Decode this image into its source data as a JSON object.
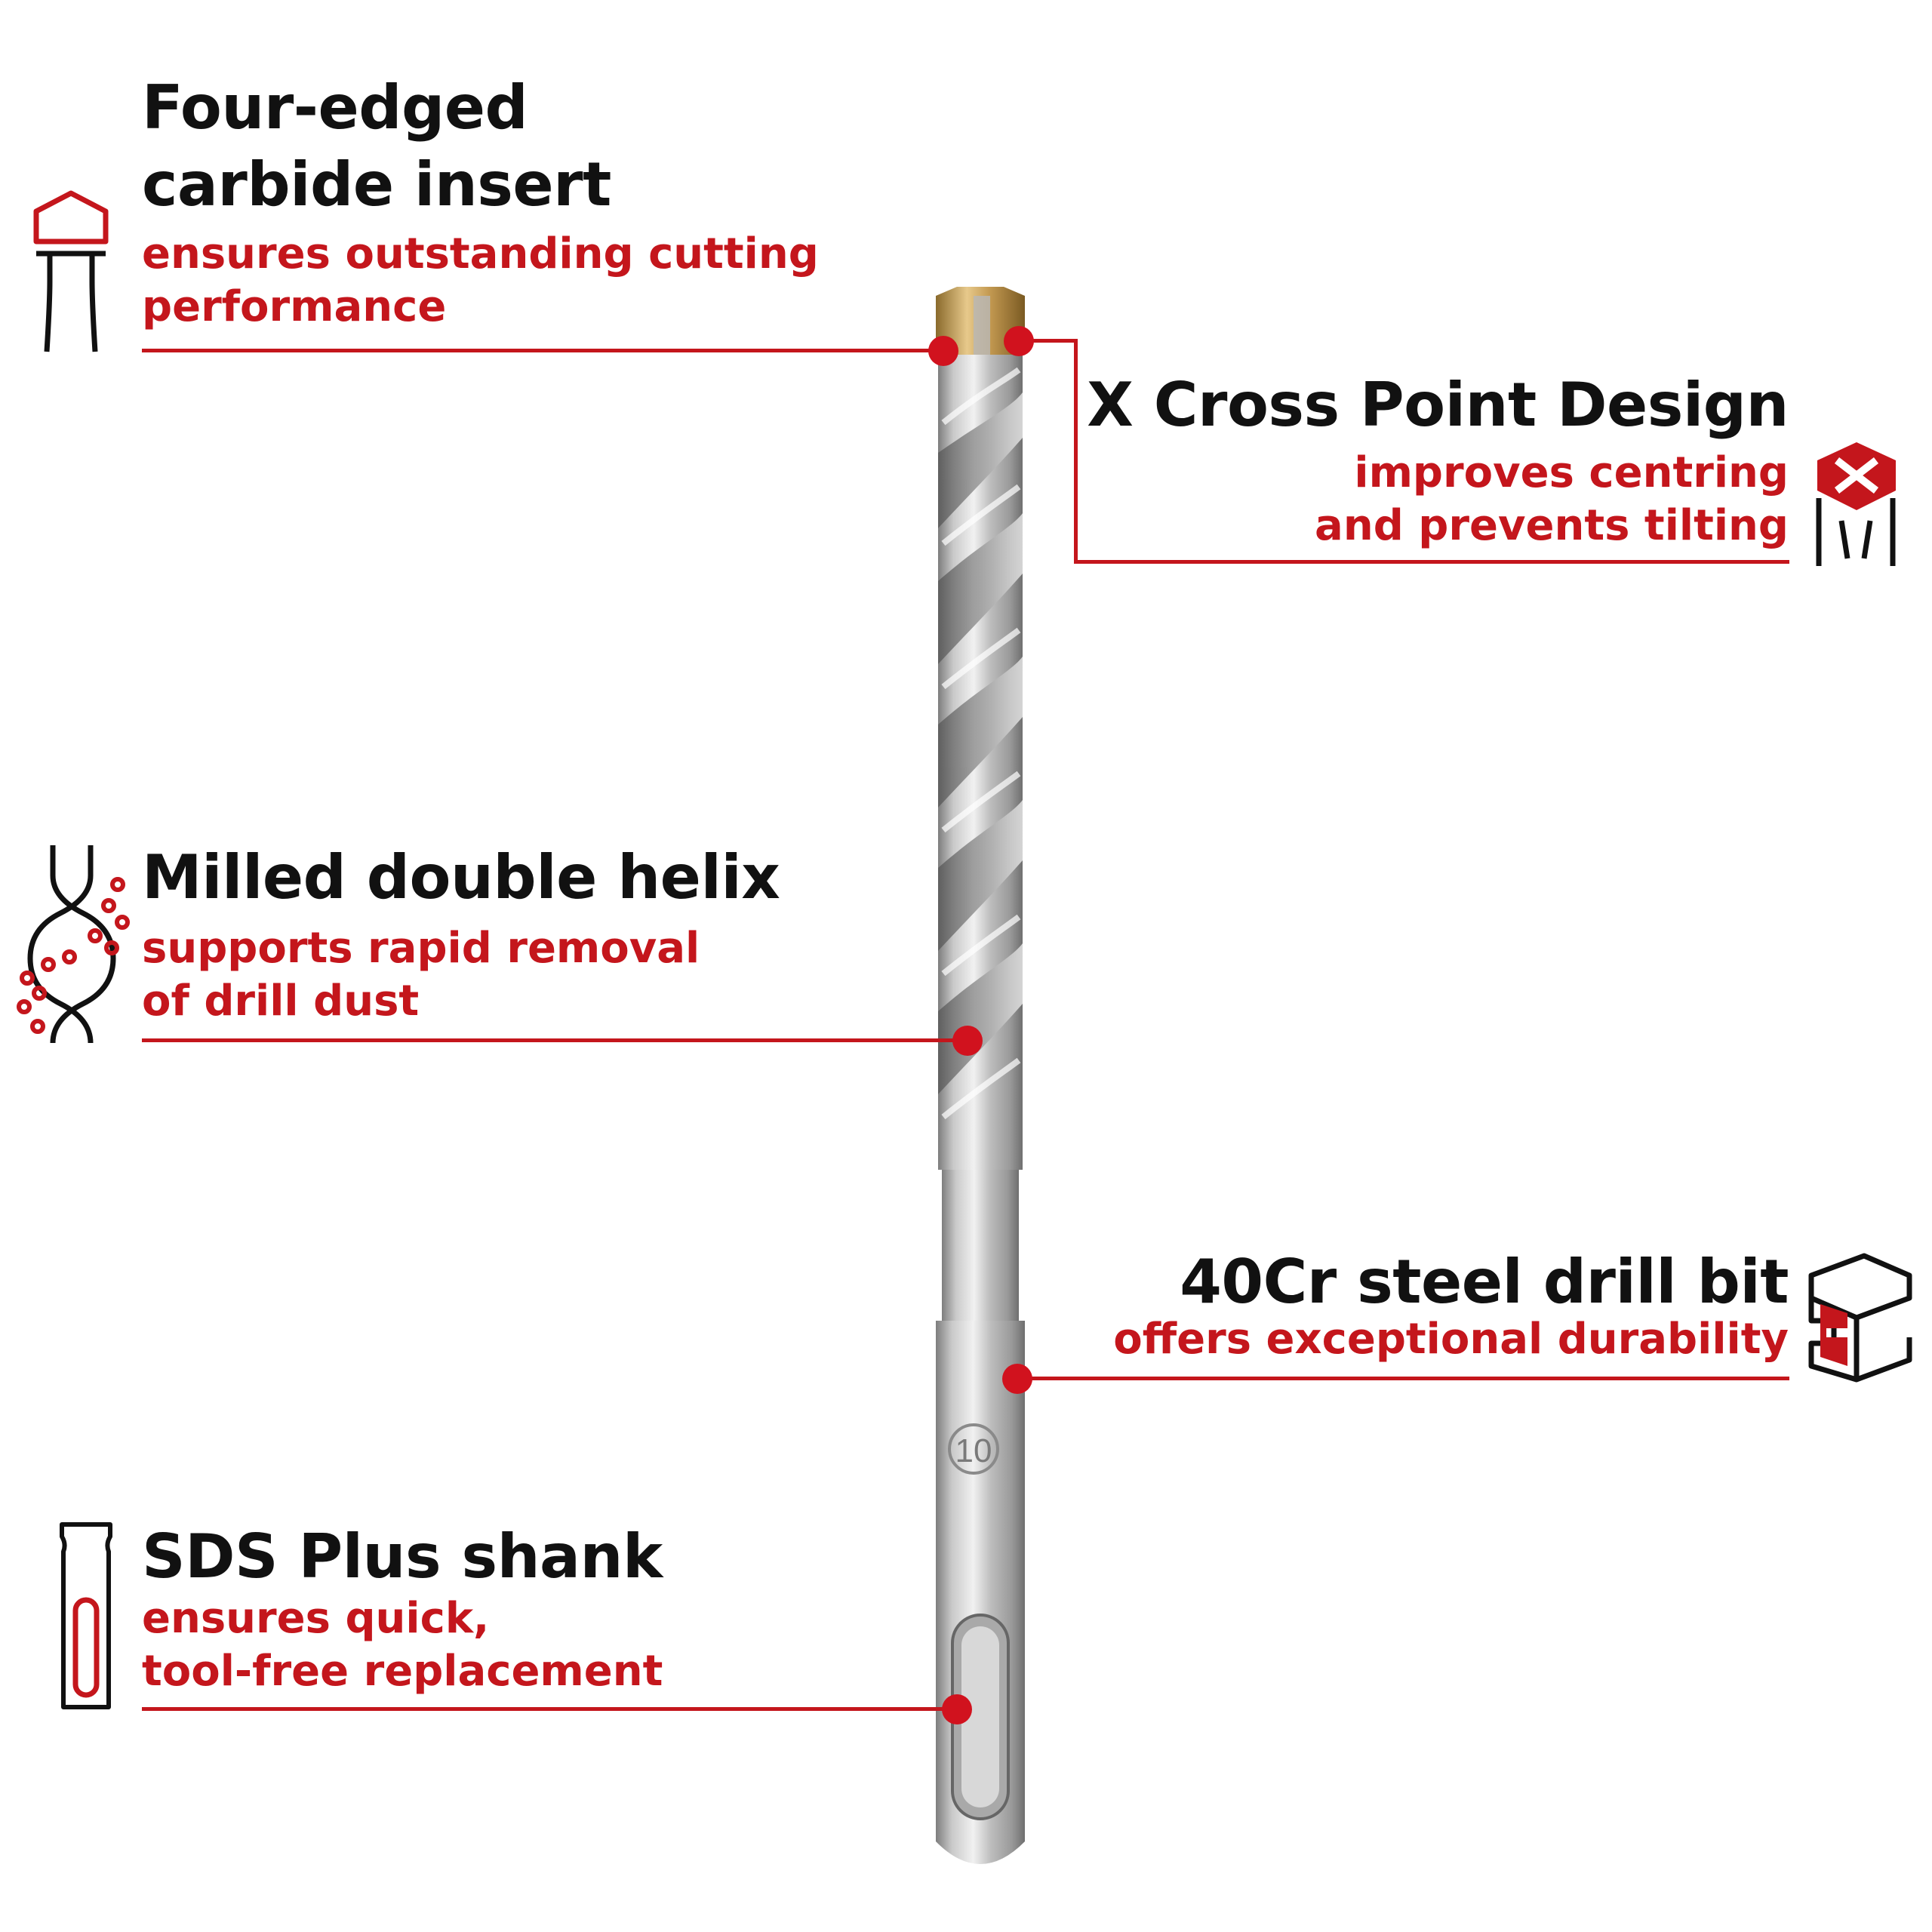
{
  "accent_color": "#c4161c",
  "text_color": "#111111",
  "features": [
    {
      "title_line1": "Four-edged",
      "title_line2": "carbide insert",
      "desc_line1": "ensures outstanding cutting",
      "desc_line2": "performance",
      "icon": "carbide-tip-icon"
    },
    {
      "title_line1": "X Cross Point Design",
      "desc_line1": "improves centring",
      "desc_line2": "and prevents tilting",
      "icon": "cross-point-icon"
    },
    {
      "title_line1": "Milled double helix",
      "desc_line1": "supports rapid removal",
      "desc_line2": "of drill dust",
      "icon": "helix-dust-icon"
    },
    {
      "title_line1": "40Cr steel drill bit",
      "desc_line1": "offers exceptional durability",
      "icon": "steel-beam-icon"
    },
    {
      "title_line1": "SDS Plus shank",
      "desc_line1": "ensures quick,",
      "desc_line2": "tool-free replacement",
      "icon": "sds-shank-icon"
    }
  ],
  "bit_marking": "10"
}
